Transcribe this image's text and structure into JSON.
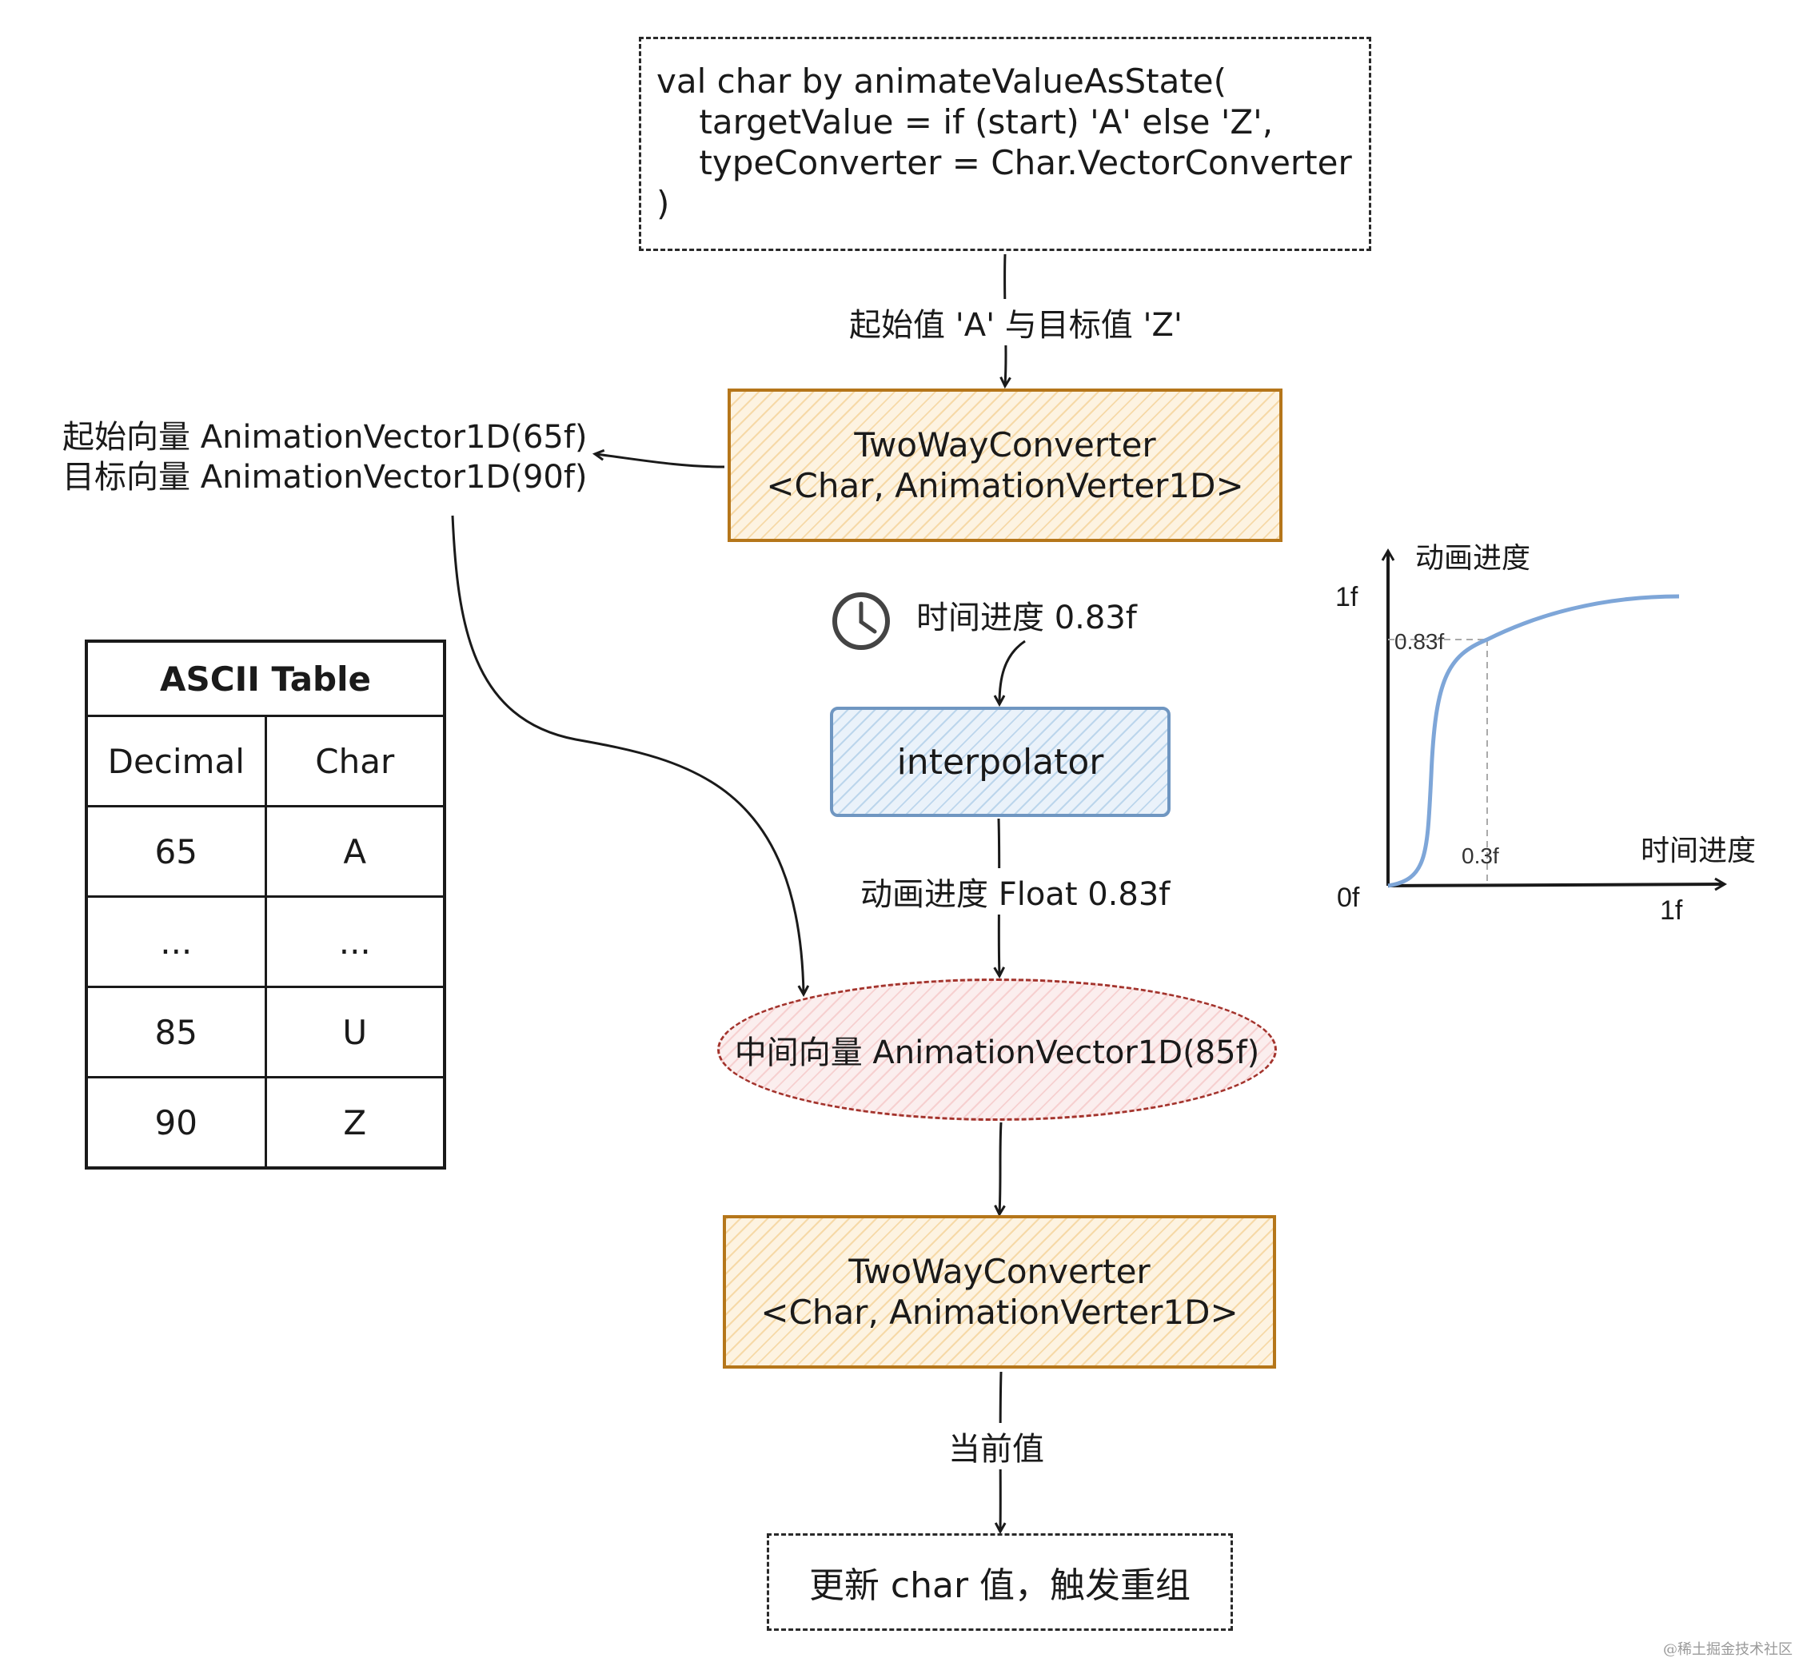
{
  "code": {
    "lines": [
      "val char by animateValueAsState(",
      "    targetValue = if (start) 'A' else 'Z',",
      "    typeConverter = Char.VectorConverter",
      ")"
    ]
  },
  "labels": {
    "initial_target": "起始值 'A' 与目标值 'Z'",
    "vectors_line1": "起始向量 AnimationVector1D(65f)",
    "vectors_line2": "目标向量 AnimationVector1D(90f)",
    "time_progress": "时间进度 0.83f",
    "anim_progress": "动画进度 Float 0.83f",
    "current_value": "当前值"
  },
  "converter_top": {
    "line1": "TwoWayConverter",
    "line2": "<Char, AnimationVerter1D>"
  },
  "converter_bottom": {
    "line1": "TwoWayConverter",
    "line2": "<Char, AnimationVerter1D>"
  },
  "interpolator": {
    "label": "interpolator"
  },
  "intermediate": {
    "label": "中间向量 AnimationVector1D(85f)"
  },
  "update": {
    "label": "更新 char 值，触发重组"
  },
  "ascii_table": {
    "title": "ASCII Table",
    "headers": [
      "Decimal",
      "Char"
    ],
    "rows": [
      [
        "65",
        "A"
      ],
      [
        "...",
        "..."
      ],
      [
        "85",
        "U"
      ],
      [
        "90",
        "Z"
      ]
    ]
  },
  "curve_chart": {
    "y_axis_label": "动画进度",
    "x_axis_label": "时间进度",
    "y_max_label": "1f",
    "origin_label": "0f",
    "x_max_label": "1f",
    "y_marker_label": "0.83f",
    "x_marker_label": "0.3f",
    "curve_color": "#7ea6d8"
  },
  "icons": {
    "clock": "clock-icon"
  },
  "colors": {
    "converter_border": "#b5761a",
    "interpolator_border": "#6f96c1",
    "intermediate_border": "#a3332c"
  },
  "watermark": "@稀土掘金技术社区"
}
